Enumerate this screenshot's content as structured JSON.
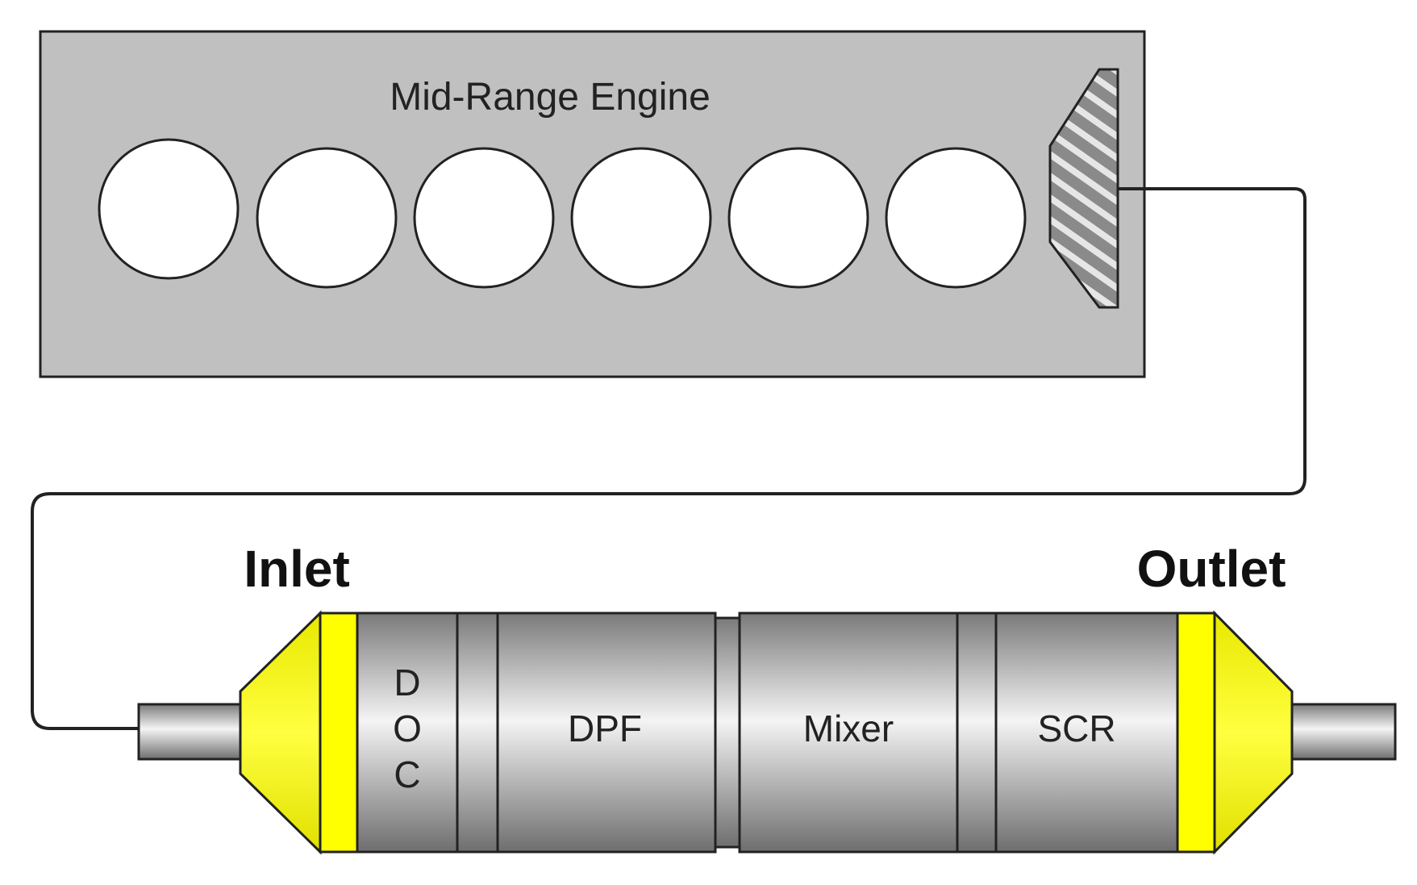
{
  "engine": {
    "title": "Mid-Range Engine",
    "cylinders": 6,
    "block_color": "#c0c0c0"
  },
  "aftertreatment": {
    "inlet_label": "Inlet",
    "outlet_label": "Outlet",
    "sections": [
      {
        "id": "doc",
        "label_lines": [
          "D",
          "O",
          "C"
        ]
      },
      {
        "id": "dpf",
        "label": "DPF"
      },
      {
        "id": "mixer",
        "label": "Mixer"
      },
      {
        "id": "scr",
        "label": "SCR"
      }
    ],
    "cone_color": "#ffff00"
  }
}
